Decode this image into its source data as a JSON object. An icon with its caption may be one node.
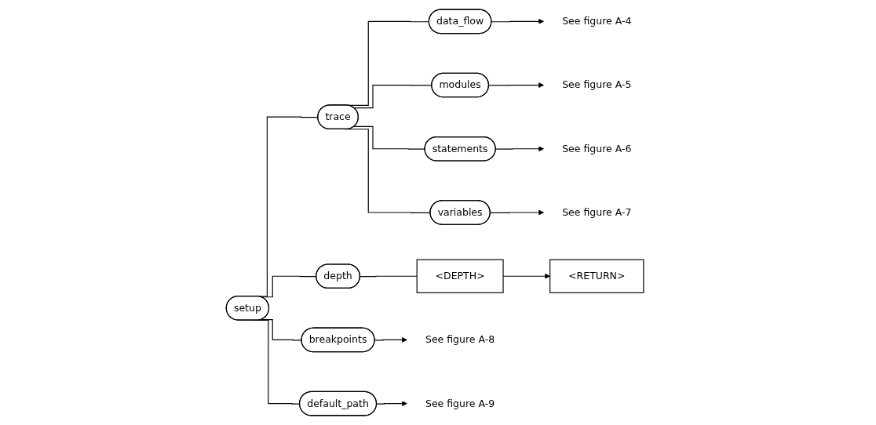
{
  "diagram": {
    "nodes": [
      {
        "text": [
          "setup"
        ]
      },
      {
        "text": [
          "trace"
        ]
      },
      {
        "text": [
          "data_flow"
        ]
      },
      {
        "text": [
          "modules"
        ]
      },
      {
        "text": [
          "statements"
        ]
      },
      {
        "text": [
          "variables"
        ]
      },
      {
        "text": [
          "breakpoints"
        ]
      },
      {
        "text": [
          "default_path"
        ]
      },
      {
        "text": [
          "depth"
        ]
      },
      {
        "text": [
          "<DEPTH>"
        ]
      },
      {
        "text": [
          "<RETURN>"
        ]
      },
      {
        "text": [
          "See figure A-4"
        ]
      },
      {
        "text": [
          "See figure A-5"
        ]
      },
      {
        "text": [
          "See figure A-6"
        ]
      },
      {
        "text": [
          "See figure A-7"
        ]
      },
      {
        "text": [
          "See figure A-8"
        ]
      },
      {
        "text": [
          "See figure A-9"
        ]
      }
    ],
    "edges": [
      {
        "from": 0,
        "to": 1,
        "arrow": "none"
      },
      {
        "from": 1,
        "to": 2,
        "arrow": "none"
      },
      {
        "from": 1,
        "to": 3,
        "arrow": "none"
      },
      {
        "from": 1,
        "to": 4,
        "arrow": "none"
      },
      {
        "from": 1,
        "to": 5,
        "arrow": "none"
      },
      {
        "from": 0,
        "to": 6,
        "arrow": "none"
      },
      {
        "from": 0,
        "to": 7,
        "arrow": "none"
      },
      {
        "from": 0,
        "to": 8,
        "arrow": "none"
      },
      {
        "from": 2,
        "to": 11,
        "arrow": "to"
      },
      {
        "from": 3,
        "to": 12,
        "arrow": "to"
      },
      {
        "from": 4,
        "to": 13,
        "arrow": "to"
      },
      {
        "from": 5,
        "to": 14,
        "arrow": "to"
      },
      {
        "from": 6,
        "to": 15,
        "arrow": "to"
      },
      {
        "from": 7,
        "to": 16,
        "arrow": "to"
      },
      {
        "from": 8,
        "to": 9,
        "arrow": "none"
      },
      {
        "from": 9,
        "to": 10,
        "arrow": "to"
      }
    ]
  }
}
